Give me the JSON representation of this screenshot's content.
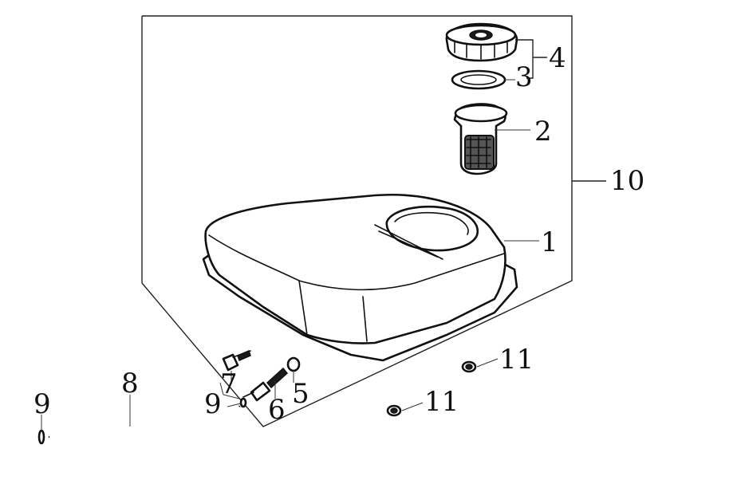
{
  "callouts": {
    "c1": "1",
    "c2": "2",
    "c3": "3",
    "c4": "4",
    "c5": "5",
    "c6": "6",
    "c7": "7",
    "c8": "8",
    "c9a": "9",
    "c9b": "9",
    "c10": "10",
    "c11a": "11",
    "c11b": "11"
  }
}
